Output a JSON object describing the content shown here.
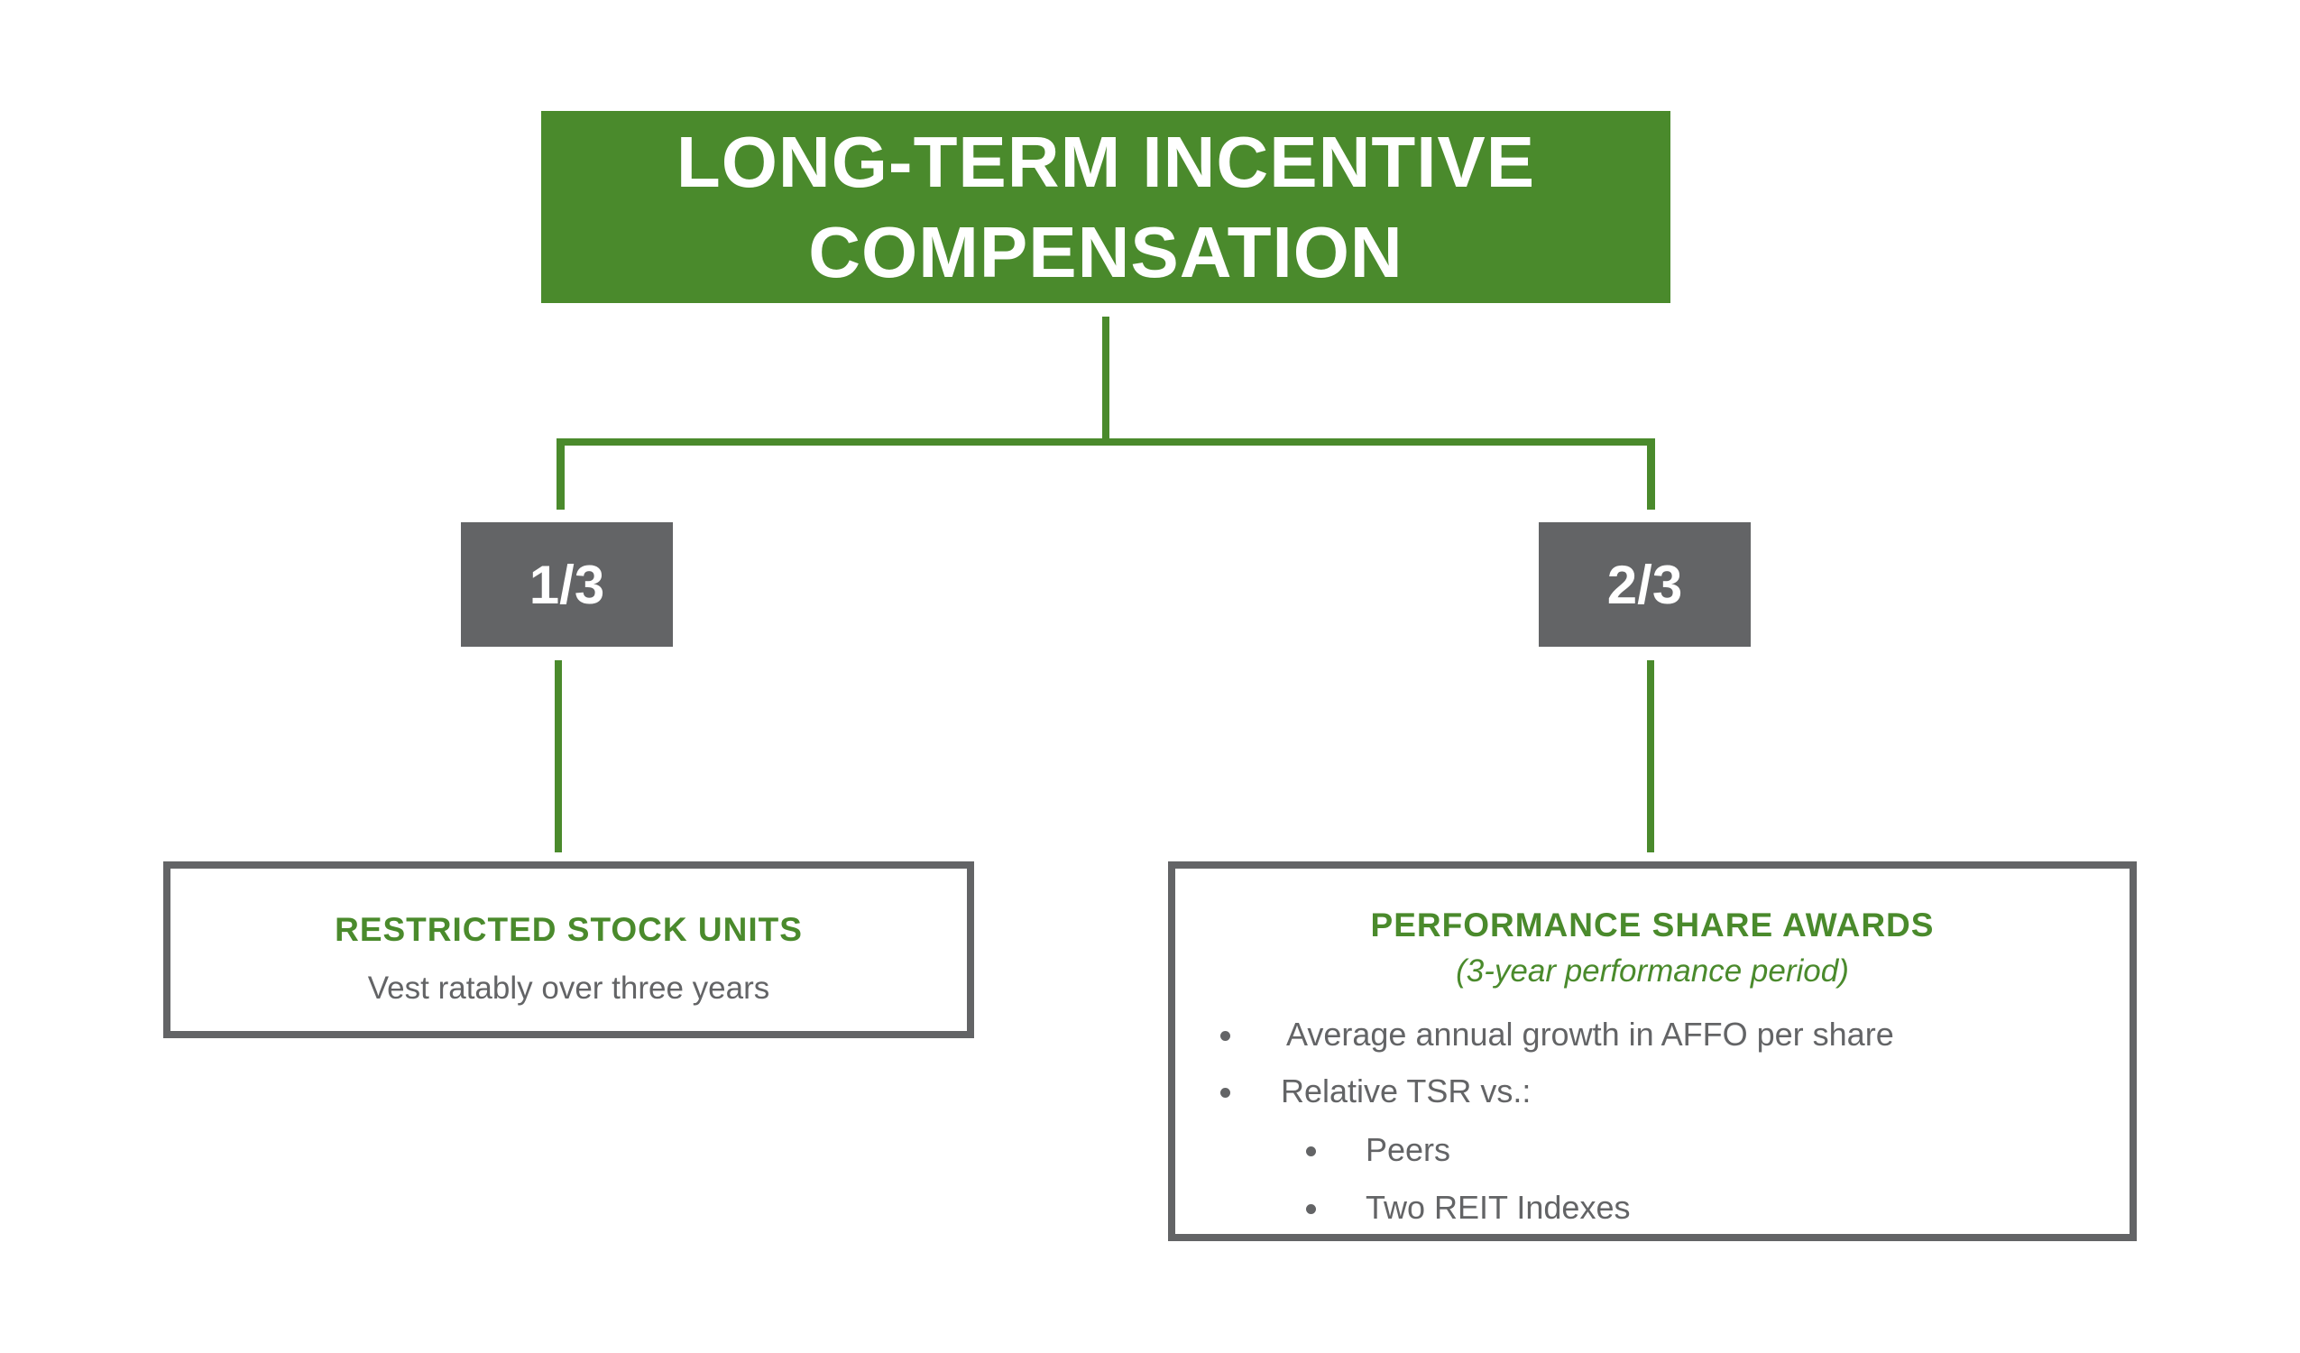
{
  "diagram": {
    "root": {
      "title_lines": [
        "LONG-TERM INCENTIVE",
        "COMPENSATION"
      ]
    },
    "branches": [
      {
        "fraction": "1/3",
        "box": {
          "title": "RESTRICTED STOCK UNITS",
          "description": "Vest ratably over three years"
        }
      },
      {
        "fraction": "2/3",
        "box": {
          "title": "PERFORMANCE SHARE AWARDS",
          "subtitle": "(3-year performance period)",
          "bullets": [
            {
              "text": "Average annual growth in AFFO per share",
              "level": 1
            },
            {
              "text": "Relative TSR vs.:",
              "level": 1
            },
            {
              "text": "Peers",
              "level": 2
            },
            {
              "text": "Two REIT Indexes",
              "level": 2
            }
          ]
        }
      }
    ]
  },
  "colors": {
    "accent_green": "#4a8a2c",
    "neutral_gray": "#636466",
    "background": "#ffffff"
  }
}
